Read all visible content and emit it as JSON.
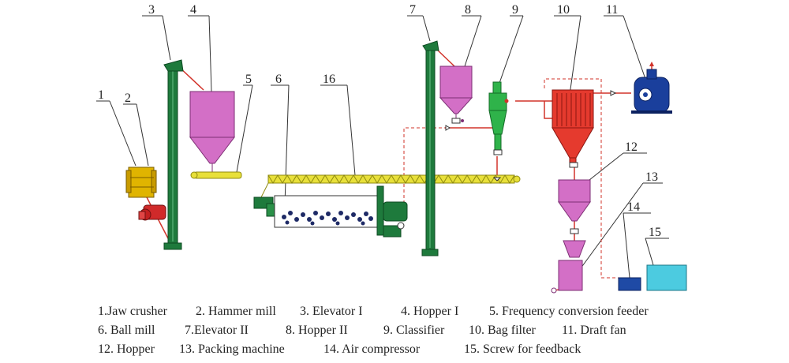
{
  "diagram": {
    "labels": {
      "n1": "1",
      "n2": "2",
      "n3": "3",
      "n4": "4",
      "n5": "5",
      "n6": "6",
      "n16": "16",
      "n7": "7",
      "n8": "8",
      "n9": "9",
      "n10": "10",
      "n11": "11",
      "n12": "12",
      "n13": "13",
      "n14": "14",
      "n15": "15"
    },
    "colors": {
      "elevator": "#1e7a3c",
      "hopper": "#d36fc6",
      "feeder": "#e8e03a",
      "ball_mill": "#1e7a3c",
      "classifier": "#2fb34a",
      "bag_filter": "#e53a2e",
      "fan": "#1a3f9c",
      "compressor": "#1f4aa5",
      "screw_tank": "#4ccbe0",
      "pipe": "#d2332a",
      "crusher": "#e0b400"
    }
  },
  "legend": {
    "row1": {
      "c1": "1.Jaw crusher",
      "c2": "2. Hammer mill",
      "c3": "3. Elevator I",
      "c4": "4. Hopper I",
      "c5": "5. Frequency conversion feeder"
    },
    "row2": {
      "c1": "6. Ball mill",
      "c2": "7.Elevator II",
      "c3": "8. Hopper II",
      "c4": "9. Classifier",
      "c5": "10. Bag filter",
      "c6": "11. Draft fan"
    },
    "row3": {
      "c1": "12. Hopper",
      "c2": "13. Packing machine",
      "c3": "14. Air compressor",
      "c4": "15. Screw for feedback"
    }
  }
}
